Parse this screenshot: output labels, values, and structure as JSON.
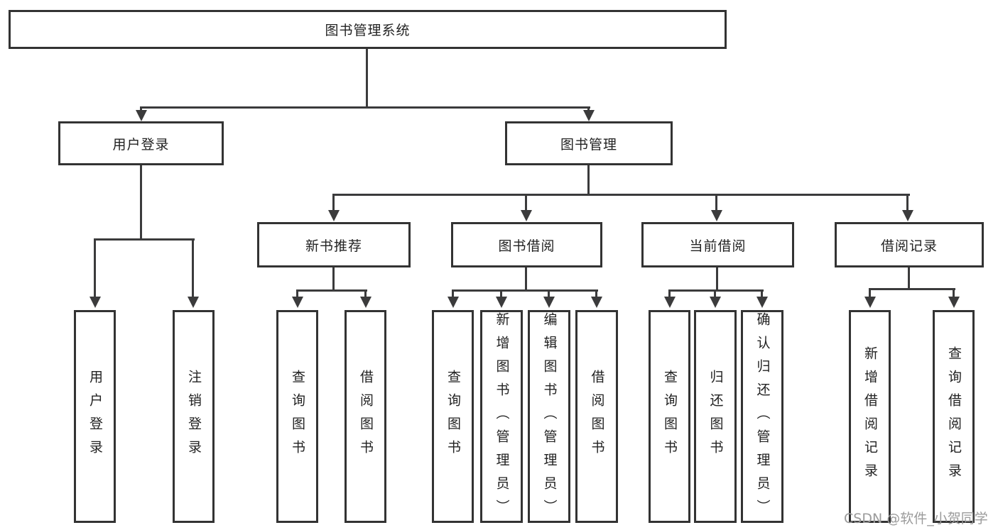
{
  "diagram": {
    "root": {
      "label": "图书管理系统"
    },
    "branches": [
      {
        "label": "用户登录",
        "leaves": [
          {
            "label": "用户登录"
          },
          {
            "label": "注销登录"
          }
        ]
      },
      {
        "label": "图书管理",
        "groups": [
          {
            "label": "新书推荐",
            "leaves": [
              {
                "label": "查询图书"
              },
              {
                "label": "借阅图书"
              }
            ]
          },
          {
            "label": "图书借阅",
            "leaves": [
              {
                "label": "查询图书"
              },
              {
                "label": "新增图书（管理员）"
              },
              {
                "label": "编辑图书（管理员）"
              },
              {
                "label": "借阅图书"
              }
            ]
          },
          {
            "label": "当前借阅",
            "leaves": [
              {
                "label": "查询图书"
              },
              {
                "label": "归还图书"
              },
              {
                "label": "确认归还（管理员）"
              }
            ]
          },
          {
            "label": "借阅记录",
            "leaves": [
              {
                "label": "新增借阅记录"
              },
              {
                "label": "查询借阅记录"
              }
            ]
          }
        ]
      }
    ]
  },
  "watermark": {
    "text": "CSDN @软件_小贺同学"
  },
  "colors": {
    "line": "#3b3b3c",
    "box_border": "#333333",
    "box_fill": "#ffffff",
    "text": "#222222",
    "watermark": "#9b9b9b",
    "background": "#ffffff"
  }
}
